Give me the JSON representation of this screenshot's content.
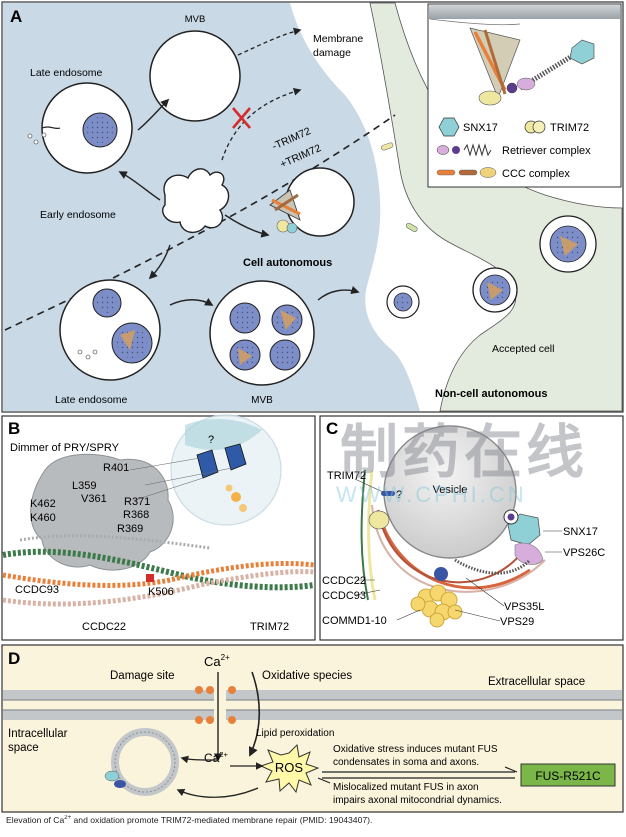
{
  "panel_a": {
    "letter": "A",
    "mvb_top": "MVB",
    "membrane_damage_1": "Membrane",
    "membrane_damage_2": "damage",
    "late_endosome_top": "Late endosome",
    "early_endosome": "Early endosome",
    "minus_trim72": "-TRIM72",
    "plus_trim72": "+TRIM72",
    "cell_autonomous": "Cell autonomous",
    "late_endosome_bottom": "Late endosome",
    "mvb_bottom": "MVB",
    "accepted_cell": "Accepted cell",
    "non_cell_autonomous": "Non-cell autonomous",
    "legend": {
      "snx17": "SNX17",
      "trim72": "TRIM72",
      "retriever": "Retriever complex",
      "ccc": "CCC complex"
    }
  },
  "panel_b": {
    "letter": "B",
    "title": "Dimmer of PRY/SPRY",
    "q": "?",
    "residues": [
      "R401",
      "L359",
      "V361",
      "K462",
      "K460",
      "R371",
      "R368",
      "R369",
      "K506"
    ],
    "ccdc93": "CCDC93",
    "ccdc22": "CCDC22",
    "trim72": "TRIM72"
  },
  "panel_c": {
    "letter": "C",
    "trim72": "TRIM72",
    "q": "?",
    "vesicle": "Vesicle",
    "snx17": "SNX17",
    "vps26c": "VPS26C",
    "ccdc22": "CCDC22",
    "ccdc93": "CCDC93",
    "commd": "COMMD1-10",
    "vps35l": "VPS35L",
    "vps29": "VPS29"
  },
  "panel_d": {
    "letter": "D",
    "ca_top": "Ca",
    "ca_top_sup": "2+",
    "damage_site": "Damage site",
    "oxidative": "Oxidative species",
    "extracellular": "Extracellular space",
    "intracellular_1": "Intracellular",
    "intracellular_2": "space",
    "lipid": "Lipid peroxidation",
    "ca_bottom": "Ca",
    "ca_bottom_sup": "2+",
    "ros": "ROS",
    "text_top_1": "Oxidative stress induces mutant FUS",
    "text_top_2": "condensates in soma and axons.",
    "text_bottom_1": "Mislocalized mutant FUS in axon",
    "text_bottom_2": "impairs axonal mitocondrial dynamics.",
    "fus": "FUS-R521C"
  },
  "watermark": {
    "cn": "制药在线",
    "url": "WWW.CPHI.CN"
  },
  "caption": {
    "pre": "Elevation of Ca",
    "sup": "2+",
    "post": " and oxidation promote TRIM72-mediated membrane repair (PMID: 19043407)."
  },
  "colors": {
    "cytoplasm": "#c9d9e6",
    "extracellular": "#e3ebde",
    "vesicle_dots": "#6f7fbf",
    "snx17": "#8fd0d6",
    "trim72": "#efe7a0",
    "retriever": "#d0a6cf",
    "ccc": "#e8a060",
    "fus_box": "#7ab648",
    "panel_d_bg": "#fbf4dc"
  }
}
